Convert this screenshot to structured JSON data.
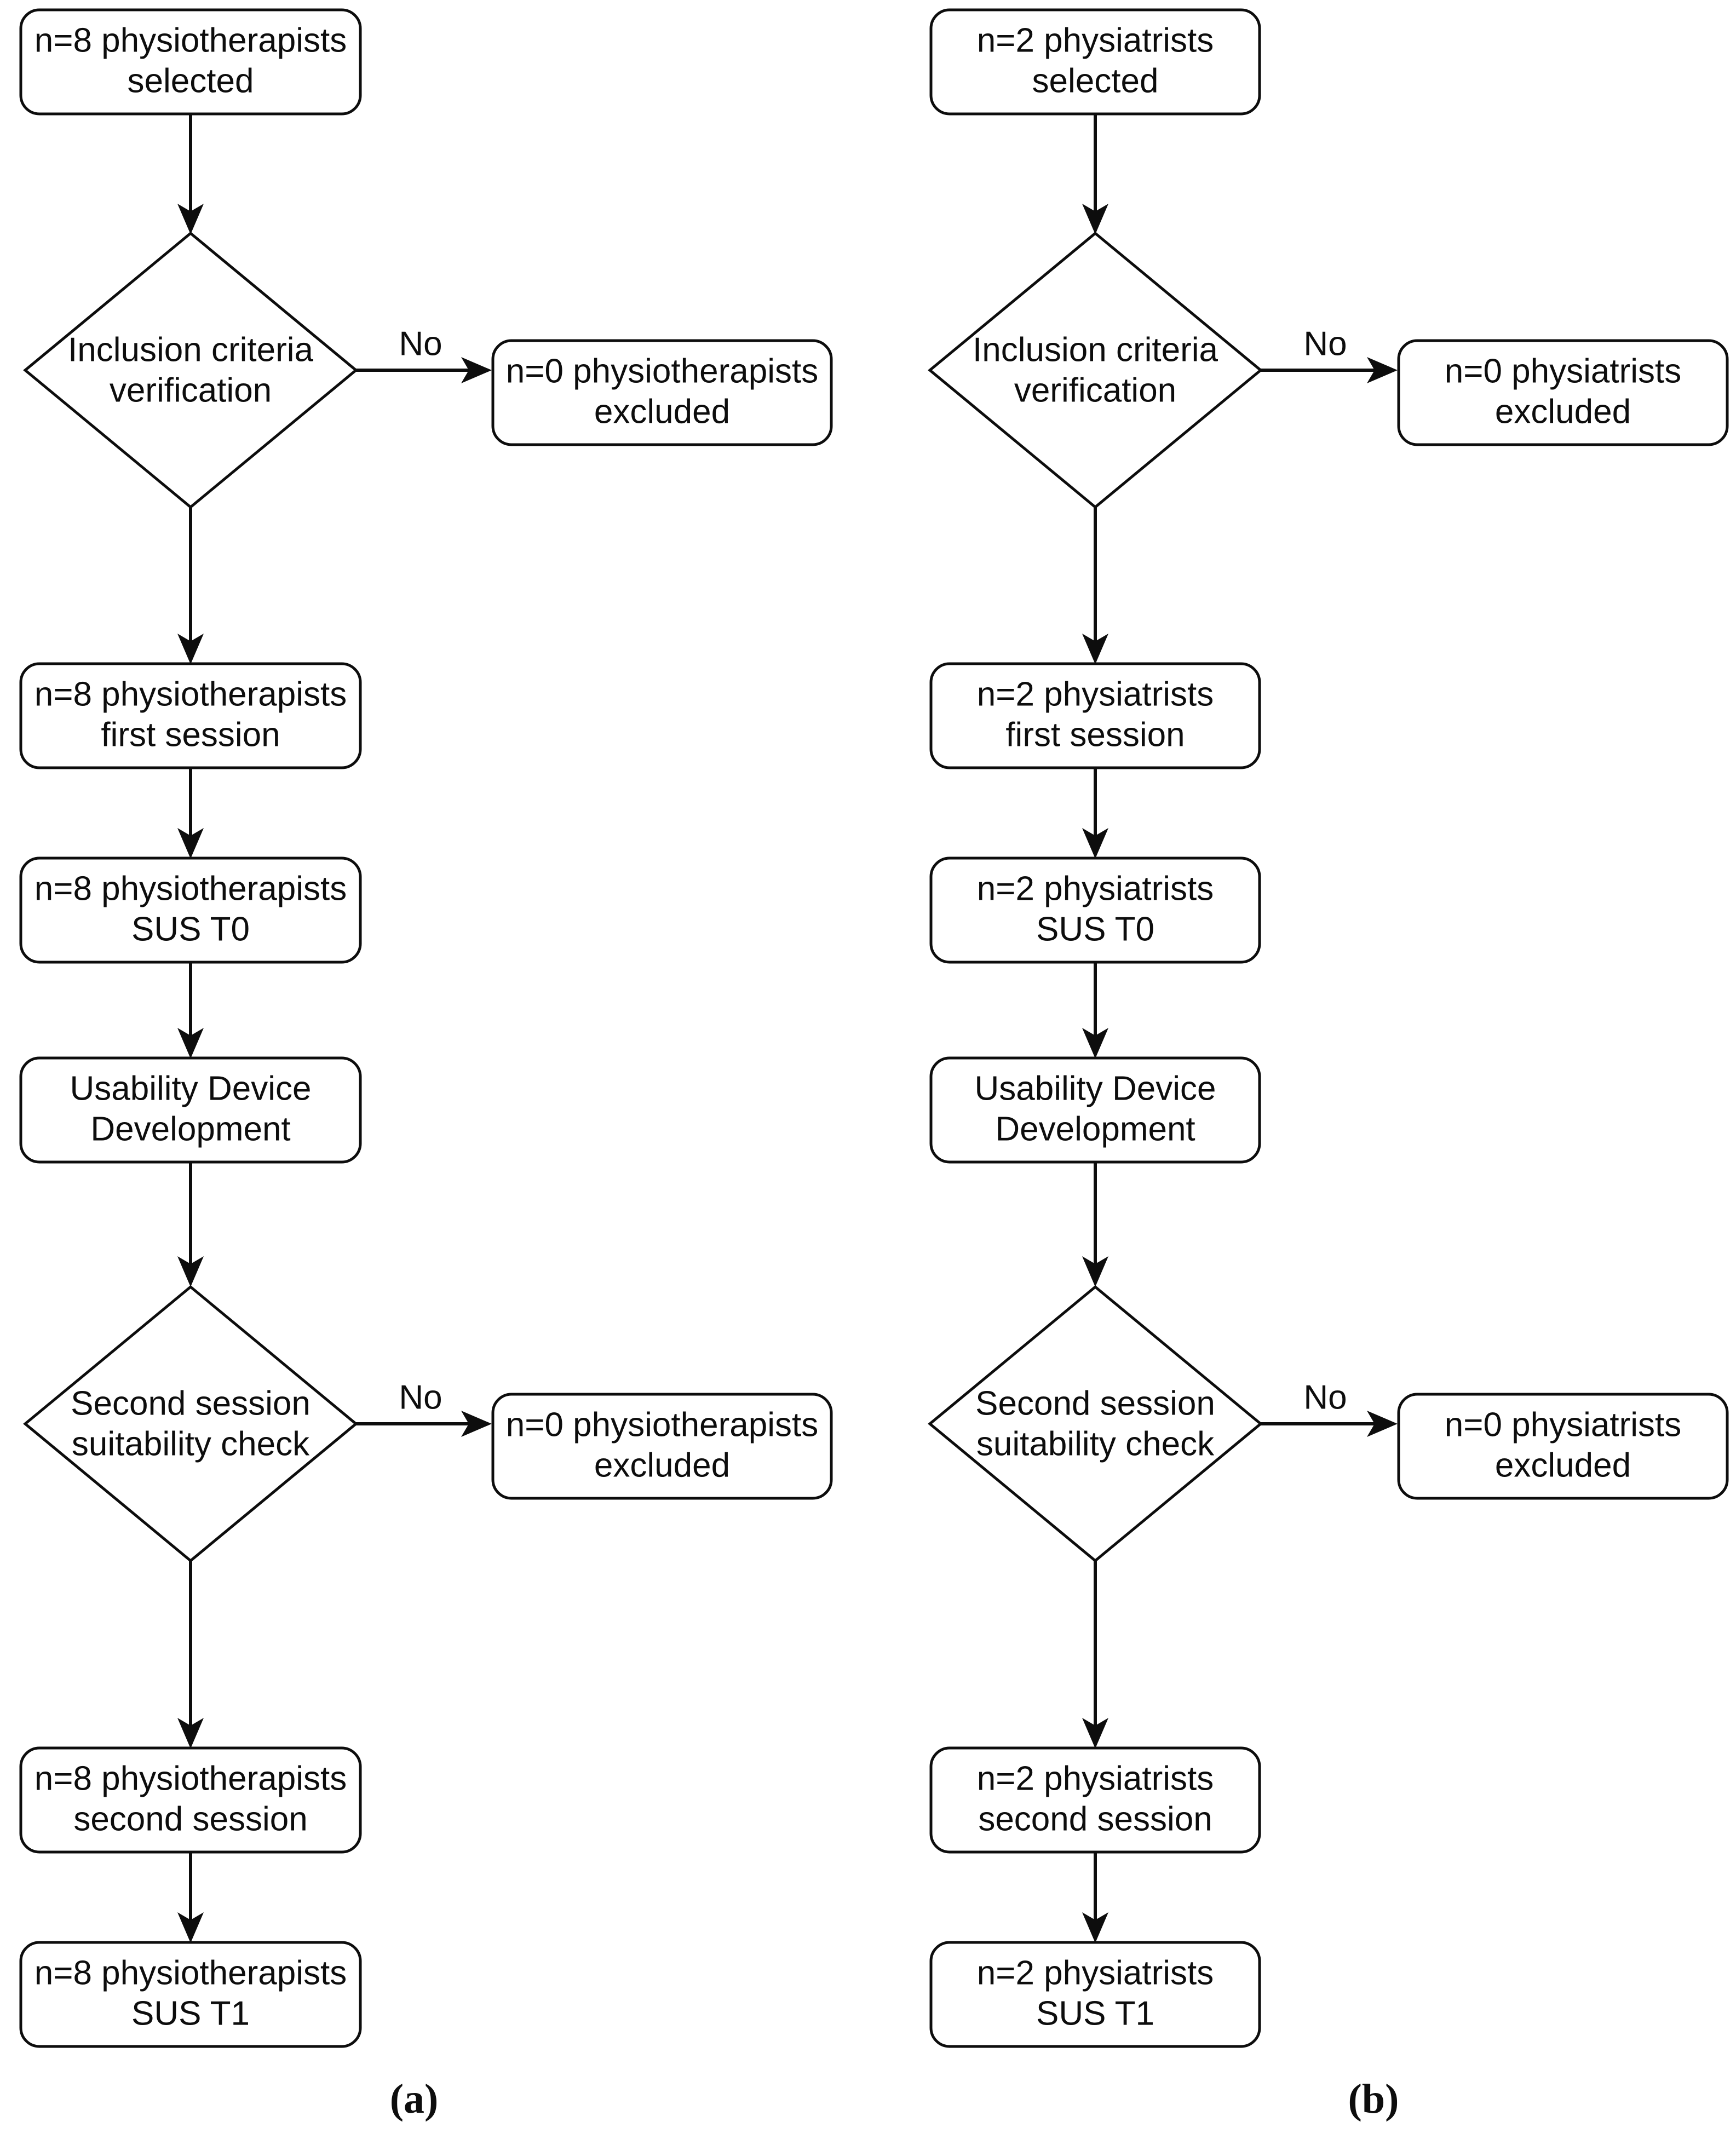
{
  "figure": {
    "panels": [
      {
        "id": "panel-a",
        "caption": "(a)",
        "nodes": {
          "start": "n=8 physiotherapists\nselected",
          "start_line1": "n=8 physiotherapists",
          "start_line2": "selected",
          "decision1_line1": "Inclusion criteria",
          "decision1_line2": "verification",
          "excluded1_line1": "n=0 physiotherapists",
          "excluded1_line2": "excluded",
          "first_session_line1": "n=8 physiotherapists",
          "first_session_line2": "first session",
          "sus_t0_line1": "n=8 physiotherapists",
          "sus_t0_line2": "SUS T0",
          "development_line1": "Usability Device",
          "development_line2": "Development",
          "decision2_line1": "Second session",
          "decision2_line2": "suitability check",
          "excluded2_line1": "n=0 physiotherapists",
          "excluded2_line2": "excluded",
          "second_session_line1": "n=8 physiotherapists",
          "second_session_line2": "second session",
          "sus_t1_line1": "n=8 physiotherapists",
          "sus_t1_line2": "SUS T1"
        },
        "edge_labels": {
          "decision1_no": "No",
          "decision2_no": "No"
        }
      },
      {
        "id": "panel-b",
        "caption": "(b)",
        "nodes": {
          "start_line1": "n=2 physiatrists",
          "start_line2": "selected",
          "decision1_line1": "Inclusion criteria",
          "decision1_line2": "verification",
          "excluded1_line1": "n=0 physiatrists",
          "excluded1_line2": "excluded",
          "first_session_line1": "n=2 physiatrists",
          "first_session_line2": "first session",
          "sus_t0_line1": "n=2 physiatrists",
          "sus_t0_line2": "SUS T0",
          "development_line1": "Usability Device",
          "development_line2": "Development",
          "decision2_line1": "Second session",
          "decision2_line2": "suitability check",
          "excluded2_line1": "n=0 physiatrists",
          "excluded2_line2": "excluded",
          "second_session_line1": "n=2 physiatrists",
          "second_session_line2": "second session",
          "sus_t1_line1": "n=2 physiatrists",
          "sus_t1_line2": "SUS T1"
        },
        "edge_labels": {
          "decision1_no": "No",
          "decision2_no": "No"
        }
      }
    ],
    "colors": {
      "stroke": "#0d0d0d",
      "fill": "#ffffff",
      "background": "#ffffff"
    }
  }
}
